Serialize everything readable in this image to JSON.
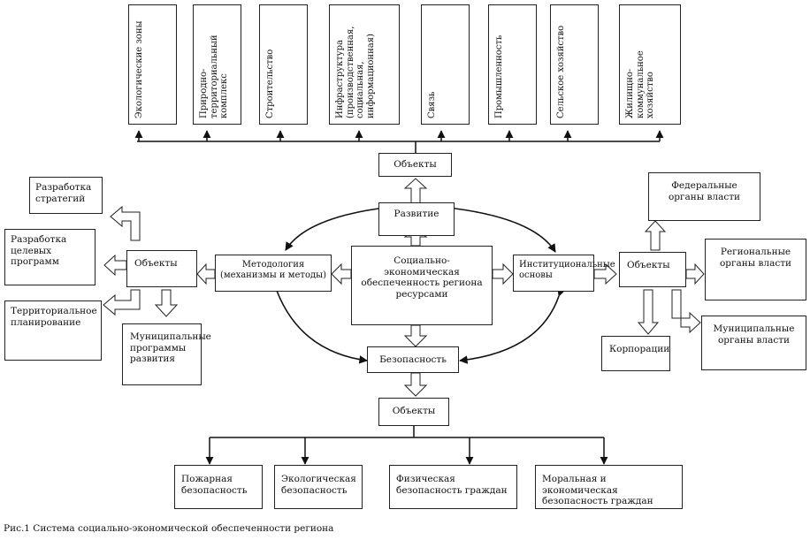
{
  "top_boxes": [
    "Экологические зоны",
    "Природно-\nтерриториальный\nкомплекс",
    "Строительство",
    "Инфраструктура\n(производственная,\nсоциальная,\nинформационная)",
    "Связь",
    "Промышленность",
    "Сельское хозяйство",
    "Жилищно-\nкоммунальное\nхозяйство"
  ],
  "center": "Социально-экономическая обеспеченность региона ресурсами",
  "development": "Развитие",
  "security": "Безопасность",
  "objects_top": "Объекты",
  "objects_left": "Объекты",
  "objects_right": "Объекты",
  "objects_bottom": "Объекты",
  "methodology": "Методология (механизмы и методы)",
  "institutional": "Институциональные основы",
  "left_items": {
    "strategy": "Разработка стратегий",
    "targeted": "Разработка целевых программ",
    "territorial": "Территориальное планирование",
    "municipal_programs": "Муниципальные программы развития"
  },
  "right_items": {
    "federal": "Федеральные органы власти",
    "regional": "Региональные органы власти",
    "municipal": "Муниципальные органы власти",
    "corporations": "Корпорации"
  },
  "bottom_items": [
    "Пожарная безопасность",
    "Экологическая безопасность",
    "Физическая безопасность граждан",
    "Моральная и экономическая безопасность граждан"
  ],
  "caption": "Рис.1 Система социально-экономической обеспеченности региона"
}
